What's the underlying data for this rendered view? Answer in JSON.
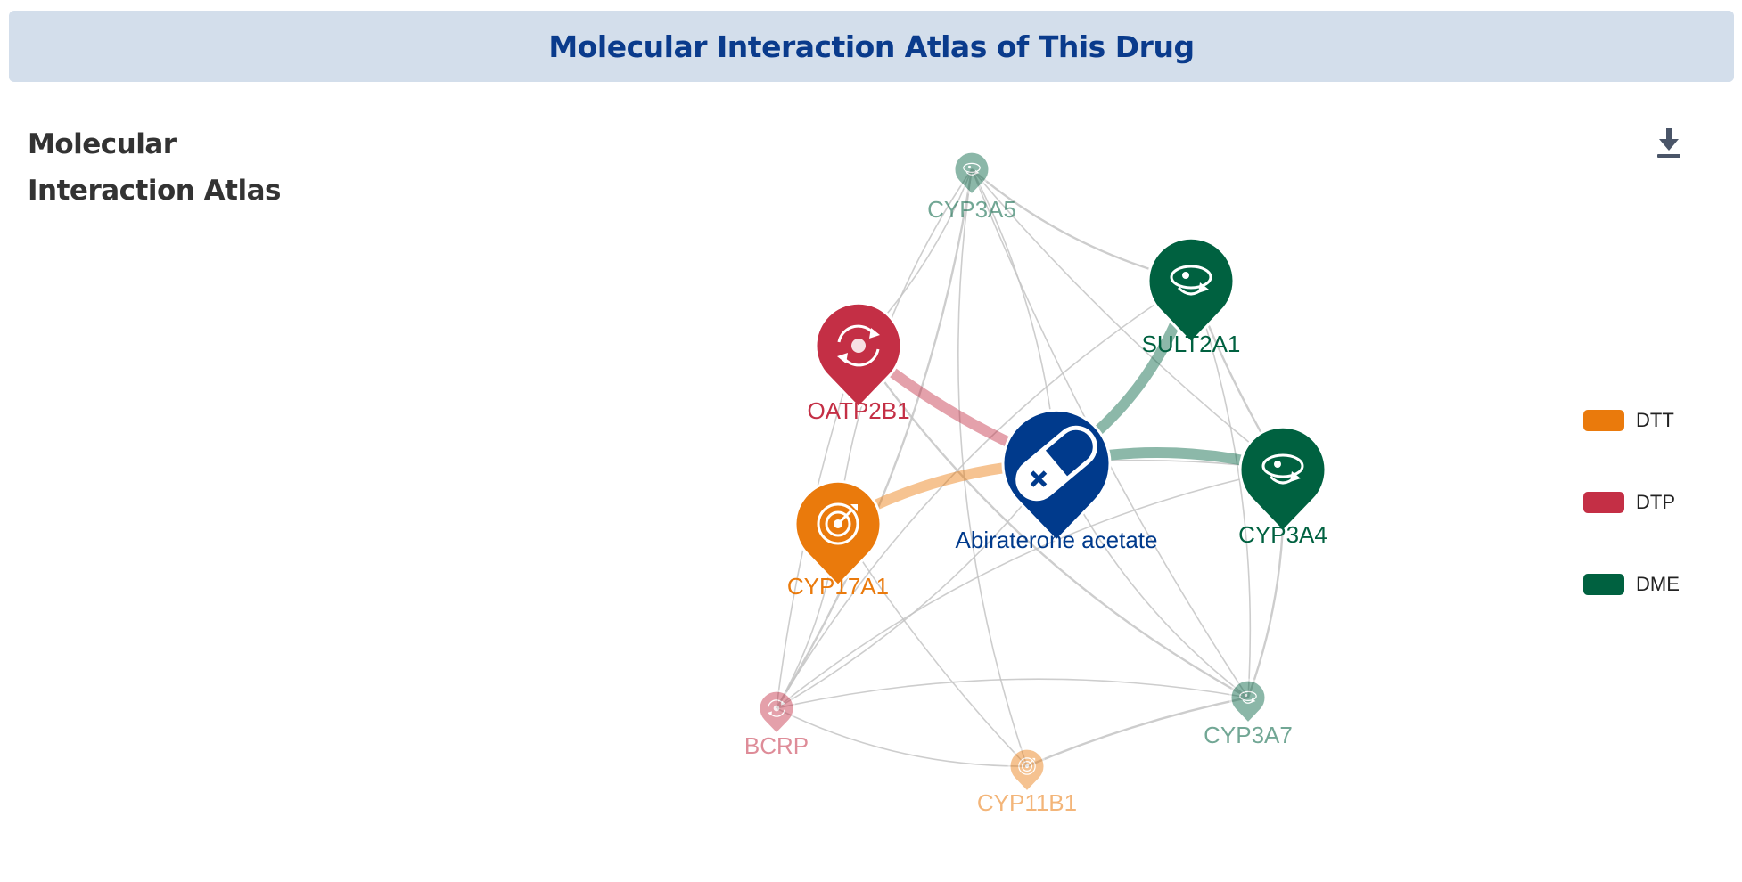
{
  "header": {
    "title": "Molecular Interaction Atlas of This Drug"
  },
  "section": {
    "title": "Molecular Interaction Atlas"
  },
  "toolbar": {
    "download_icon": "download-icon"
  },
  "colors": {
    "DTT": "#ea7a0c",
    "DTP": "#c42f45",
    "DME": "#006140",
    "drug": "#003a8c",
    "edge": "#c4c4c4"
  },
  "legend": [
    {
      "label": "DTT",
      "color": "#ea7a0c"
    },
    {
      "label": "DTP",
      "color": "#c42f45"
    },
    {
      "label": "DME",
      "color": "#006140"
    }
  ],
  "graph": {
    "drug": {
      "id": "drug",
      "label": "Abiraterone acetate",
      "icon": "pill-icon"
    },
    "nodes": [
      {
        "id": "CYP3A5",
        "label": "CYP3A5",
        "category": "DME",
        "highlighted": false,
        "icon": "enzyme-icon"
      },
      {
        "id": "SULT2A1",
        "label": "SULT2A1",
        "category": "DME",
        "highlighted": true,
        "icon": "enzyme-icon"
      },
      {
        "id": "OATP2B1",
        "label": "OATP2B1",
        "category": "DTP",
        "highlighted": true,
        "icon": "transporter-icon"
      },
      {
        "id": "CYP3A4",
        "label": "CYP3A4",
        "category": "DME",
        "highlighted": true,
        "icon": "enzyme-icon"
      },
      {
        "id": "CYP17A1",
        "label": "CYP17A1",
        "category": "DTT",
        "highlighted": true,
        "icon": "target-icon"
      },
      {
        "id": "BCRP",
        "label": "BCRP",
        "category": "DTP",
        "highlighted": false,
        "icon": "transporter-icon"
      },
      {
        "id": "CYP3A7",
        "label": "CYP3A7",
        "category": "DME",
        "highlighted": false,
        "icon": "enzyme-icon"
      },
      {
        "id": "CYP11B1",
        "label": "CYP11B1",
        "category": "DTT",
        "highlighted": false,
        "icon": "target-icon"
      }
    ],
    "drug_edges": [
      {
        "target": "OATP2B1",
        "category": "DTP"
      },
      {
        "target": "CYP17A1",
        "category": "DTT"
      },
      {
        "target": "SULT2A1",
        "category": "DME"
      },
      {
        "target": "CYP3A4",
        "category": "DME"
      }
    ],
    "links": [
      [
        "CYP3A5",
        "SULT2A1"
      ],
      [
        "CYP3A5",
        "OATP2B1"
      ],
      [
        "CYP3A5",
        "CYP3A4"
      ],
      [
        "CYP3A5",
        "CYP17A1"
      ],
      [
        "CYP3A5",
        "BCRP"
      ],
      [
        "CYP3A5",
        "CYP3A7"
      ],
      [
        "CYP3A5",
        "CYP11B1"
      ],
      [
        "CYP3A5",
        "drug"
      ],
      [
        "SULT2A1",
        "CYP3A4"
      ],
      [
        "SULT2A1",
        "BCRP"
      ],
      [
        "SULT2A1",
        "CYP3A7"
      ],
      [
        "OATP2B1",
        "BCRP"
      ],
      [
        "OATP2B1",
        "CYP3A7"
      ],
      [
        "CYP17A1",
        "BCRP"
      ],
      [
        "CYP17A1",
        "CYP11B1"
      ],
      [
        "CYP3A4",
        "BCRP"
      ],
      [
        "CYP3A4",
        "CYP3A7"
      ],
      [
        "CYP3A4",
        "drug"
      ],
      [
        "BCRP",
        "CYP11B1"
      ],
      [
        "BCRP",
        "CYP3A7"
      ],
      [
        "CYP3A7",
        "CYP11B1"
      ],
      [
        "drug",
        "CYP3A7"
      ],
      [
        "drug",
        "BCRP"
      ]
    ]
  }
}
